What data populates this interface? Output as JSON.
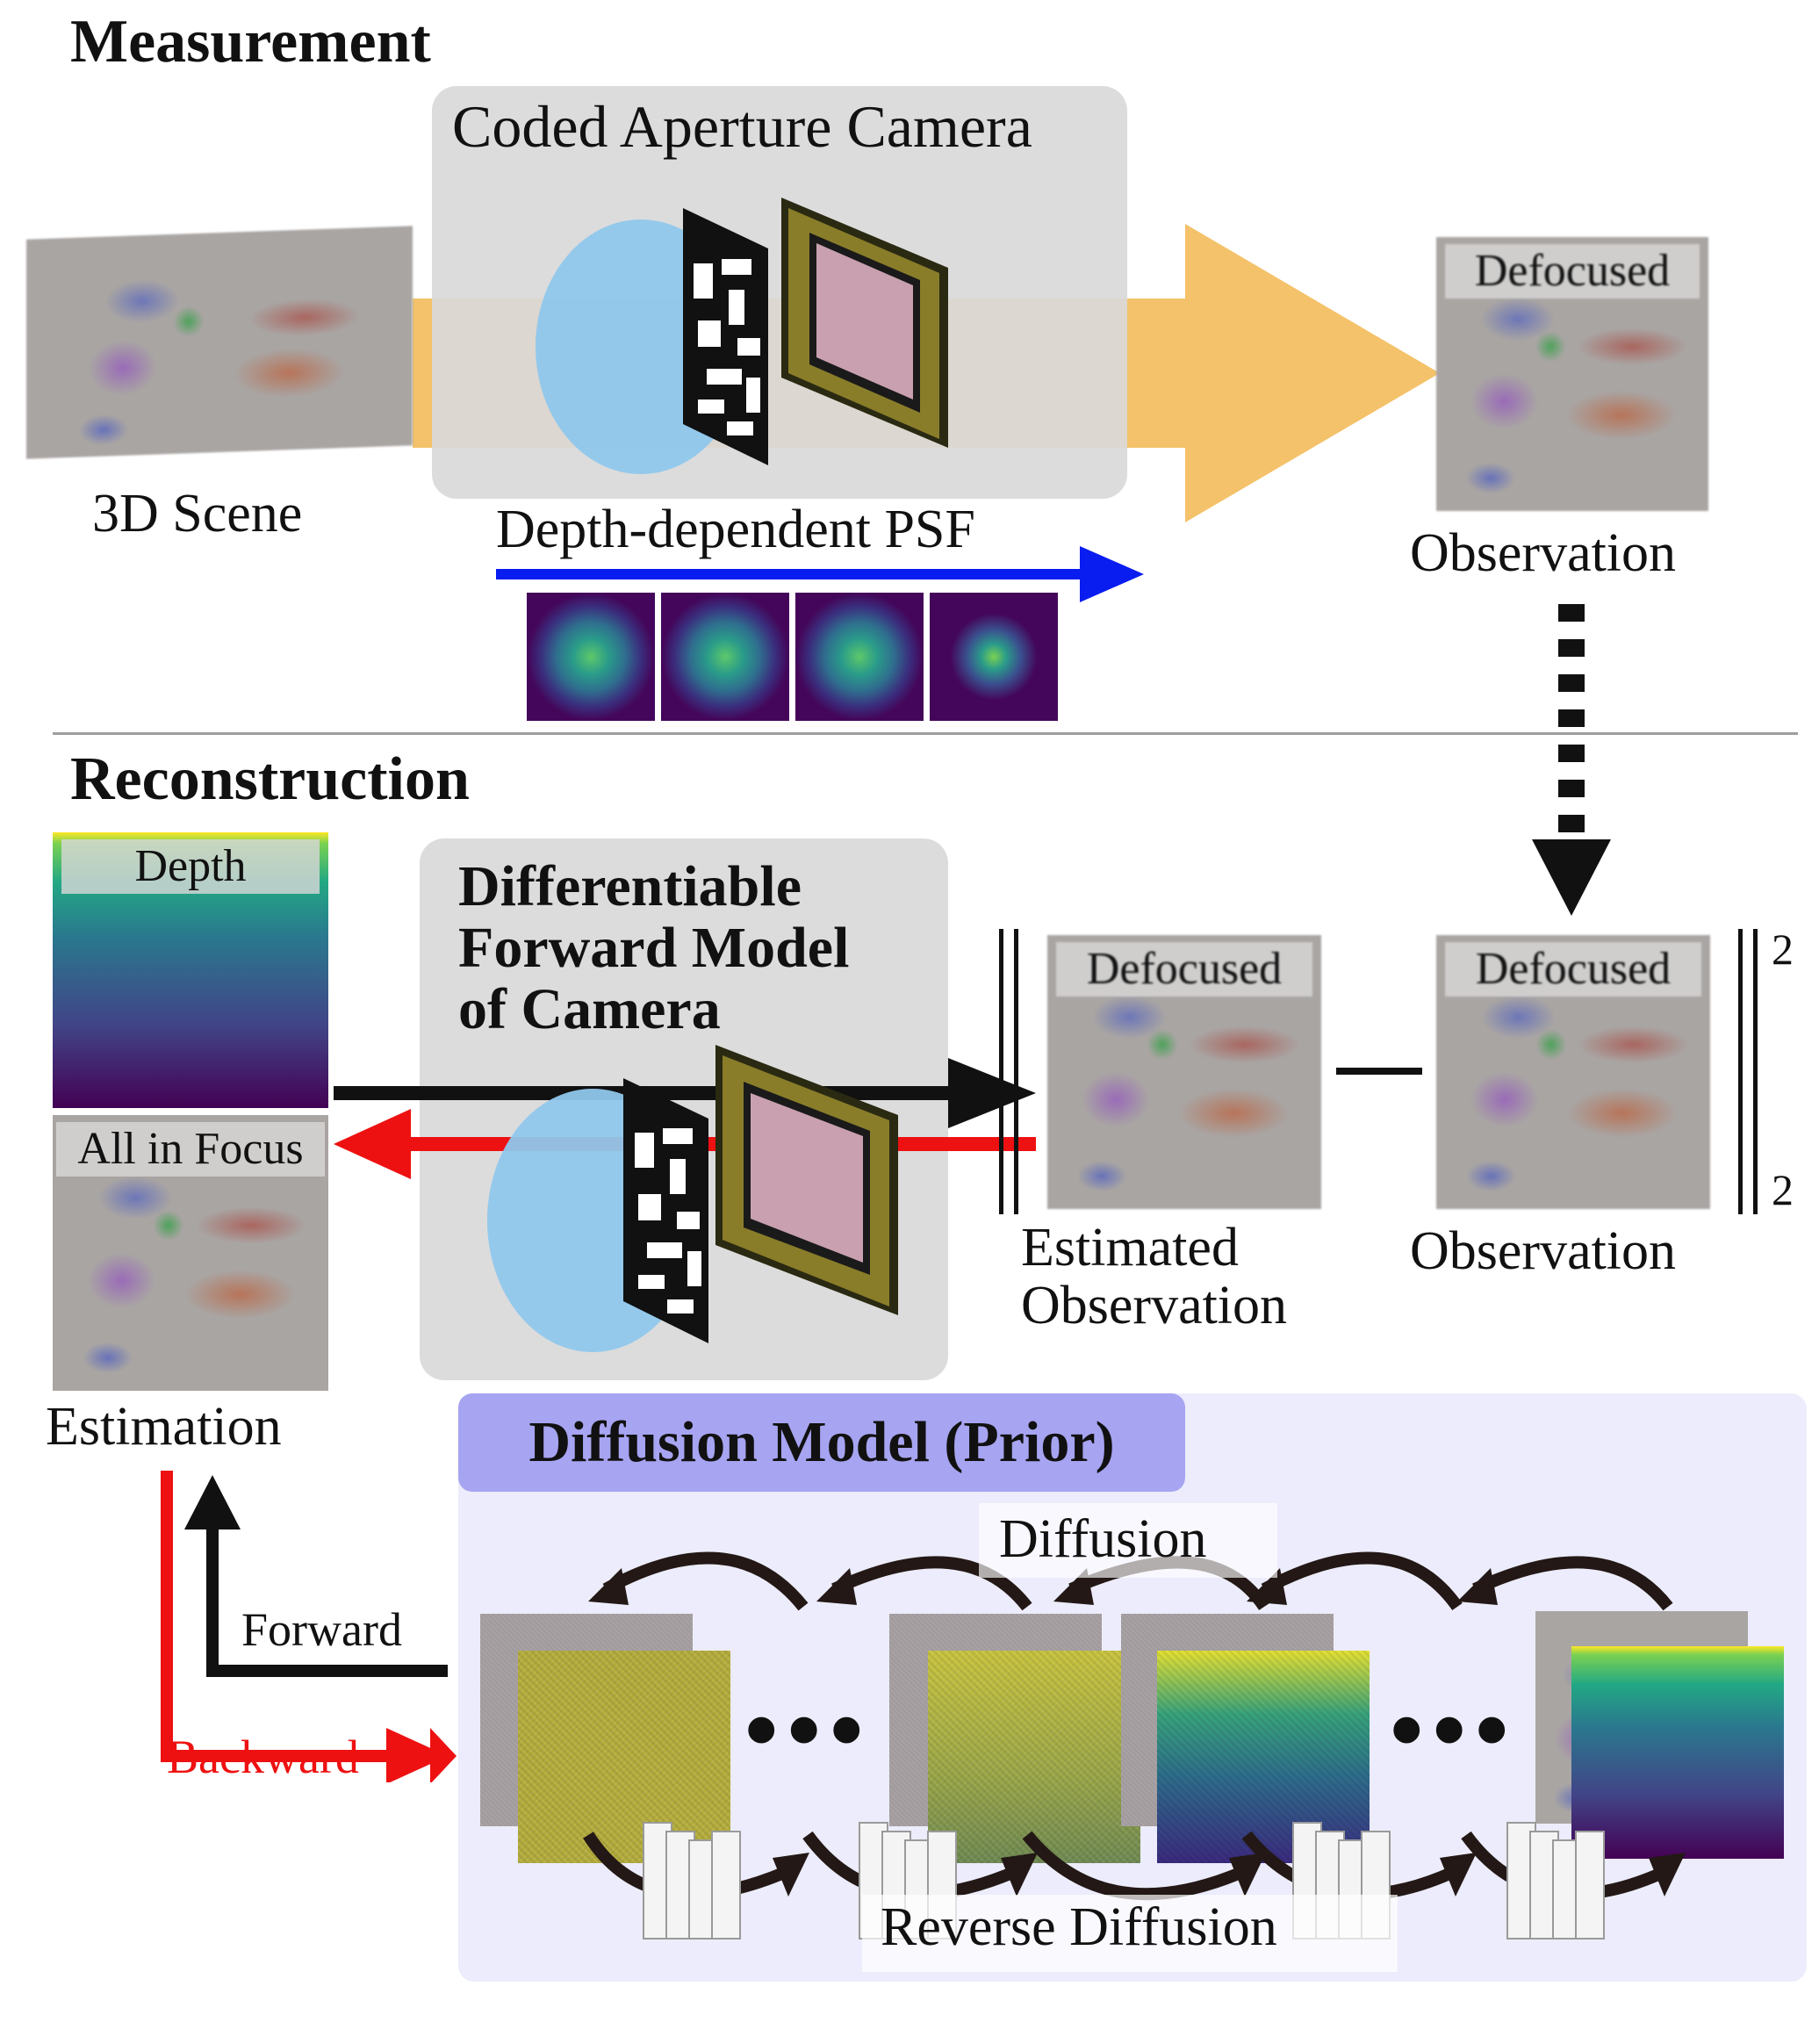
{
  "measurement": {
    "title": "Measurement",
    "camera_panel_label": "Coded Aperture Camera",
    "scene_label": "3D Scene",
    "psf_label": "Depth-dependent PSF",
    "observation_caption": "Defocused",
    "observation_label": "Observation"
  },
  "reconstruction": {
    "title": "Reconstruction",
    "depth_caption": "Depth",
    "aif_caption": "All in Focus",
    "estimation_label": "Estimation",
    "forward_model_label": [
      "Differentiable",
      "Forward Model",
      "of Camera"
    ],
    "estimated_caption": "Defocused",
    "estimated_label": [
      "Estimated",
      "Observation"
    ],
    "observation_caption": "Defocused",
    "observation_label": "Observation",
    "norm_superscript": "2",
    "norm_subscript": "2",
    "forward_label": "Forward",
    "backward_label": "Backward"
  },
  "diffusion": {
    "tab_label": "Diffusion Model (Prior)",
    "diffusion_label": "Diffusion",
    "reverse_label": "Reverse Diffusion",
    "ellipsis": "•••"
  },
  "colors": {
    "psf_arrow": "#0a1df0",
    "light_beam": "#f4c26a",
    "backward": "#ee1111",
    "forward": "#111111",
    "diffusion_tab": "#a7a4f1",
    "diffusion_panel": "#ececfc"
  }
}
